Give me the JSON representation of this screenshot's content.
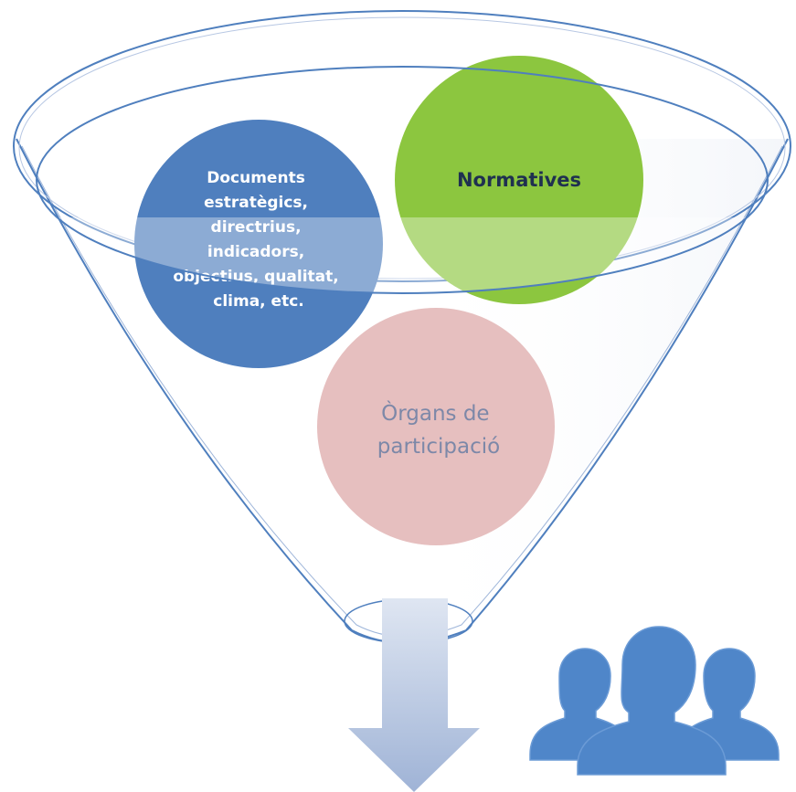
{
  "diagram": {
    "circles": [
      {
        "id": "documents",
        "lines": [
          "Documents",
          "estratègics,",
          "directrius,",
          "indicadors,",
          "objectius, qualitat,",
          "clima, etc."
        ],
        "color": "#4f7fbe"
      },
      {
        "id": "normatives",
        "lines": [
          "Normatives"
        ],
        "color": "#8cc63f"
      },
      {
        "id": "organs",
        "lines": [
          "Òrgans de",
          "participació"
        ],
        "color": "#e6bfbf"
      }
    ],
    "funnel_stroke_color": "#4f7fbe",
    "arrow_color": "#a8b9d8",
    "people_icon_color": "#4f86c9"
  }
}
